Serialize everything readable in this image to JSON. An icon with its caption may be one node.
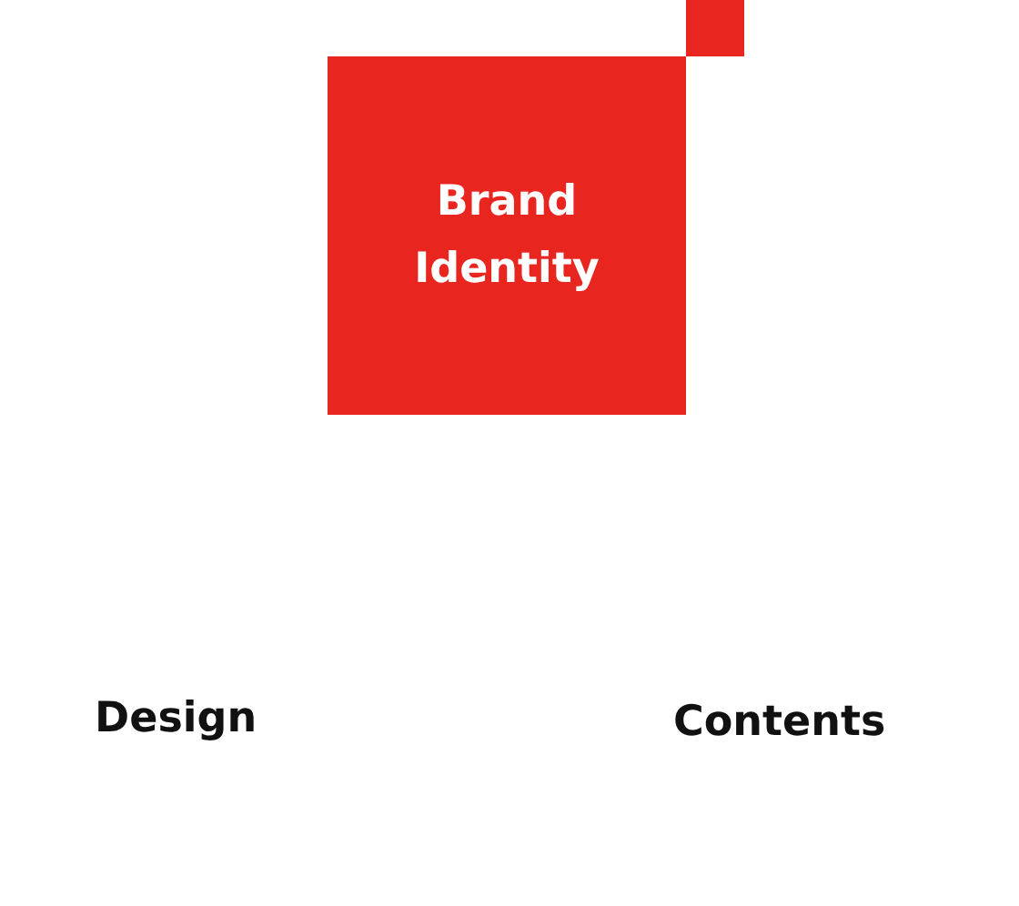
{
  "diagram": {
    "nodes": [
      {
        "text": [
          "Brand Identity"
        ]
      },
      {
        "text": [],
        "shape": "box"
      }
    ],
    "labels": [
      "Design",
      "Contents"
    ]
  }
}
